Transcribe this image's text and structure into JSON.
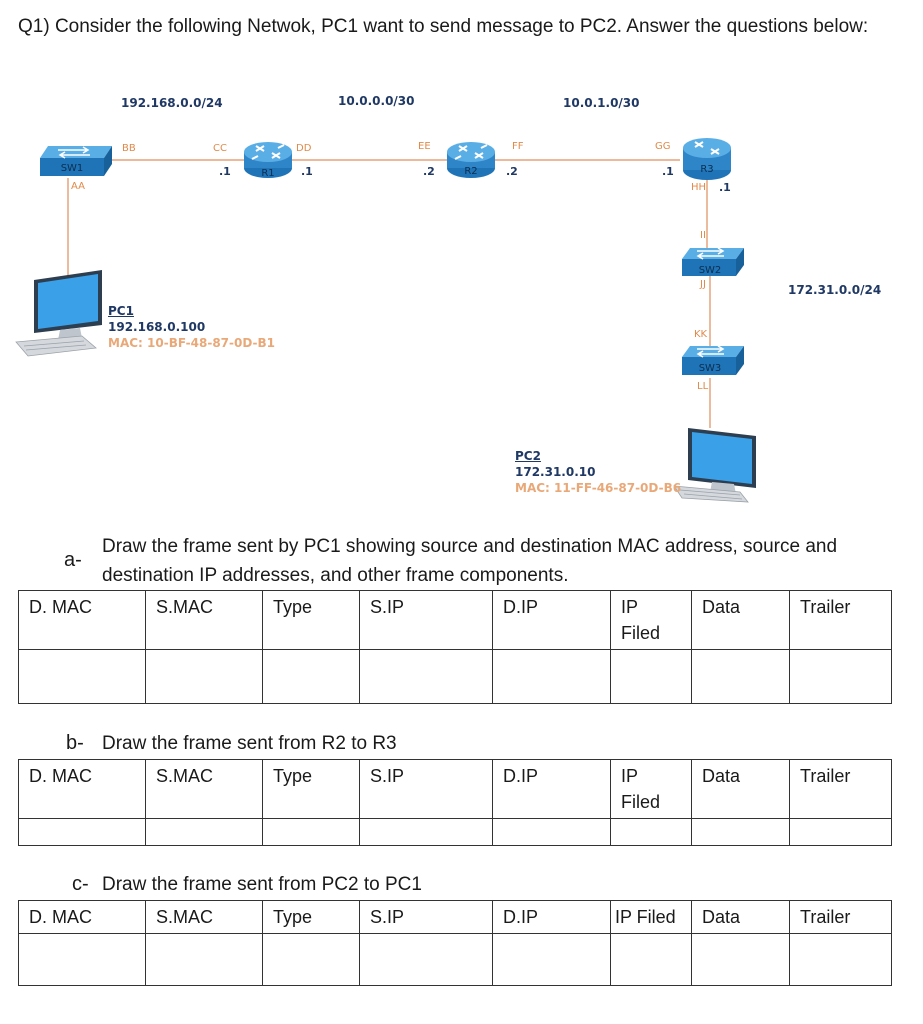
{
  "question": "Q1) Consider the following Netwok, PC1 want to send message to PC2. Answer the questions below:",
  "network": {
    "labels": {
      "net1": "192.168.0.0/24",
      "net2": "10.0.0.0/30",
      "net3": "10.0.1.0/30",
      "net4": "172.31.0.0/24"
    },
    "ports": {
      "bb": "BB",
      "cc": "CC",
      "dd": "DD",
      "ee": "EE",
      "ff": "FF",
      "gg": "GG",
      "hh": "HH",
      "ii": "II",
      "jj": "JJ",
      "kk": "KK",
      "ll": "LL",
      "aa": "AA"
    },
    "ips": {
      "r1_cc": ".1",
      "r1_dd": ".1",
      "r2_ee": ".2",
      "r2_ff": ".2",
      "r3_gg": ".1",
      "r3_hh": ".1"
    },
    "devices": {
      "sw1": "SW1",
      "r1": "R1",
      "r2": "R2",
      "r3": "R3",
      "sw2": "SW2",
      "sw3": "SW3"
    },
    "pc1": {
      "name": "PC1",
      "ip": "192.168.0.100",
      "mac": "MAC: 10-BF-48-87-0D-B1"
    },
    "pc2": {
      "name": "PC2",
      "ip": "172.31.0.10",
      "mac": "MAC: 11-FF-46-87-0D-B6"
    },
    "colors": {
      "device": "#2e86c9",
      "link": "#e6a27a",
      "label": "#1f3864",
      "port": "#e08a4a"
    }
  },
  "part_a": {
    "letter": "a-",
    "text": "Draw the frame sent by PC1 showing source and destination MAC address, source and destination IP addresses, and other frame components.",
    "headers": [
      "D. MAC",
      "S.MAC",
      "Type",
      "S.IP",
      "D.IP",
      "IP Filed",
      "Data",
      "Trailer"
    ]
  },
  "part_b": {
    "letter": "b-",
    "text": "Draw the frame sent from R2 to R3",
    "headers": [
      "D. MAC",
      "S.MAC",
      "Type",
      "S.IP",
      "D.IP",
      "IP Filed",
      "Data",
      "Trailer"
    ]
  },
  "part_c": {
    "letter": "c-",
    "text": "Draw the frame sent from PC2 to PC1",
    "headers": [
      "D. MAC",
      "S.MAC",
      "Type",
      "S.IP",
      "D.IP",
      "IP Filed",
      "Data",
      "Trailer"
    ]
  }
}
